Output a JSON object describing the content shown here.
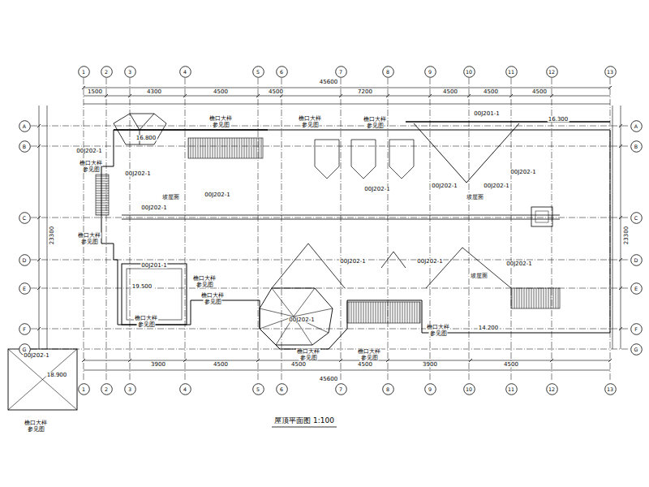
{
  "diagram": {
    "caption": "屋顶平面图 1:100",
    "nodes": [
      {
        "text": [
          "1"
        ]
      },
      {
        "text": [
          "2"
        ]
      },
      {
        "text": [
          "3"
        ]
      },
      {
        "text": [
          "4"
        ]
      },
      {
        "text": [
          "5"
        ]
      },
      {
        "text": [
          "6"
        ]
      },
      {
        "text": [
          "7"
        ]
      },
      {
        "text": [
          "8"
        ]
      },
      {
        "text": [
          "9"
        ]
      },
      {
        "text": [
          "10"
        ]
      },
      {
        "text": [
          "11"
        ]
      },
      {
        "text": [
          "12"
        ]
      },
      {
        "text": [
          "13"
        ]
      },
      {
        "text": [
          "A"
        ]
      },
      {
        "text": [
          "B"
        ]
      },
      {
        "text": [
          "C"
        ]
      },
      {
        "text": [
          "D"
        ]
      },
      {
        "text": [
          "E"
        ]
      },
      {
        "text": [
          "F"
        ]
      },
      {
        "text": [
          "G"
        ]
      },
      {
        "text": [
          "A"
        ]
      },
      {
        "text": [
          "B"
        ]
      },
      {
        "text": [
          "C"
        ]
      },
      {
        "text": [
          "D"
        ]
      },
      {
        "text": [
          "E"
        ]
      },
      {
        "text": [
          "F"
        ]
      },
      {
        "text": [
          "G"
        ]
      },
      {
        "text": [
          "1"
        ]
      },
      {
        "text": [
          "2"
        ]
      },
      {
        "text": [
          "3"
        ]
      },
      {
        "text": [
          "4"
        ]
      },
      {
        "text": [
          "5"
        ]
      },
      {
        "text": [
          "6"
        ]
      },
      {
        "text": [
          "7"
        ]
      },
      {
        "text": [
          "8"
        ]
      },
      {
        "text": [
          "9"
        ]
      },
      {
        "text": [
          "10"
        ]
      },
      {
        "text": [
          "11"
        ]
      },
      {
        "text": [
          "12"
        ]
      },
      {
        "text": [
          "13"
        ]
      }
    ],
    "labels": [
      "45600",
      "1500",
      "4300",
      "4500",
      "4500",
      "7200",
      "4500",
      "4500",
      "4500",
      "45600",
      "3900",
      "4500",
      "4500",
      "4500",
      "3900",
      "4500",
      "23300",
      "23300",
      "00J202-1",
      "00J202-1",
      "00J202-1",
      "00J202-1",
      "00J202-1",
      "00J202-1",
      "00J202-1",
      "00J202-1",
      "00J202-1",
      "00J202-1",
      "00J202-1",
      "00J202-1",
      "00J202-1",
      "00J201-1",
      "00J201-1",
      "檐口大样",
      "参见图",
      "檐口大样",
      "参见图",
      "檐口大样",
      "参见图",
      "檐口大样",
      "参见图",
      "檐口大样",
      "参见图",
      "檐口大样",
      "参见图",
      "檐口大样",
      "参见图",
      "檐口大样",
      "参见图",
      "檐口大样",
      "参见图",
      "檐口大样",
      "参见图",
      "檐口大样",
      "参见图",
      "檐口大样",
      "参见图",
      "16.800",
      "19.500",
      "16.300",
      "14.200",
      "18.900",
      "坡屋面",
      "坡屋面",
      "坡屋面"
    ]
  }
}
